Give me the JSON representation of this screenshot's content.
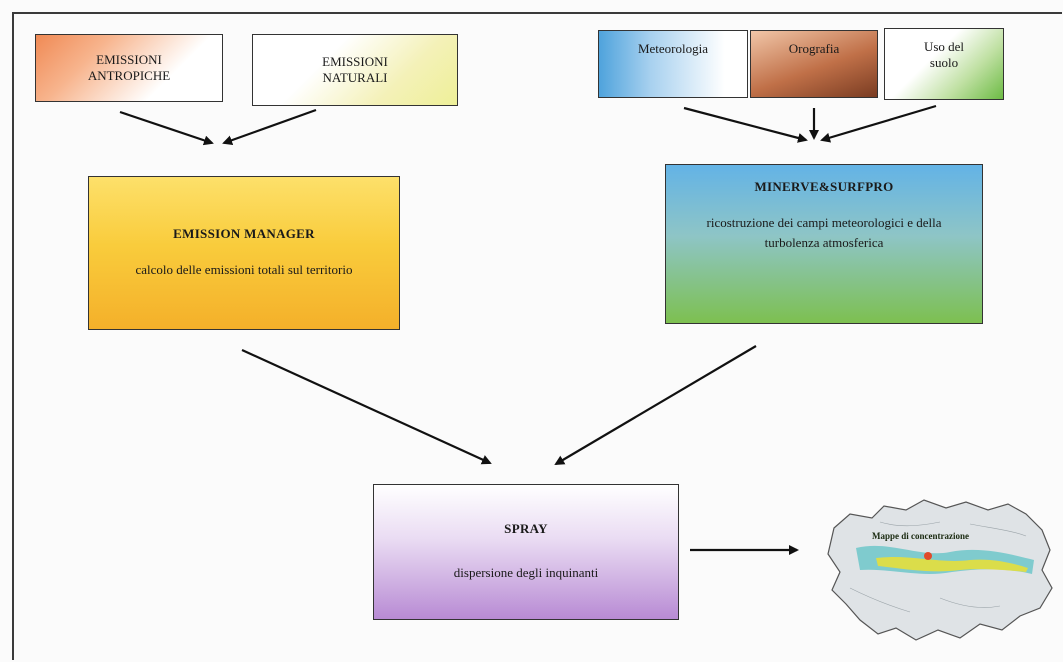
{
  "inputs": {
    "emissioni_antropiche": "EMISSIONI\nANTROPICHE",
    "emissioni_naturali": "EMISSIONI\nNATURALI",
    "meteorologia": "Meteorologia",
    "orografia": "Orografia",
    "uso_del_suolo": "Uso del\nsuolo"
  },
  "emission_manager": {
    "title": "EMISSION MANAGER",
    "description": "calcolo delle emissioni totali sul territorio"
  },
  "minerve": {
    "title": "MINERVE&SURFPRO",
    "description": "ricostruzione dei campi meteorologici e della turbolenza atmosferica"
  },
  "spray": {
    "title": "SPRAY",
    "description": "dispersione degli inquinanti"
  },
  "output": {
    "map_label": "Mappe di concentrazione"
  },
  "colors": {
    "arrow": "#111111",
    "border": "#333333"
  }
}
